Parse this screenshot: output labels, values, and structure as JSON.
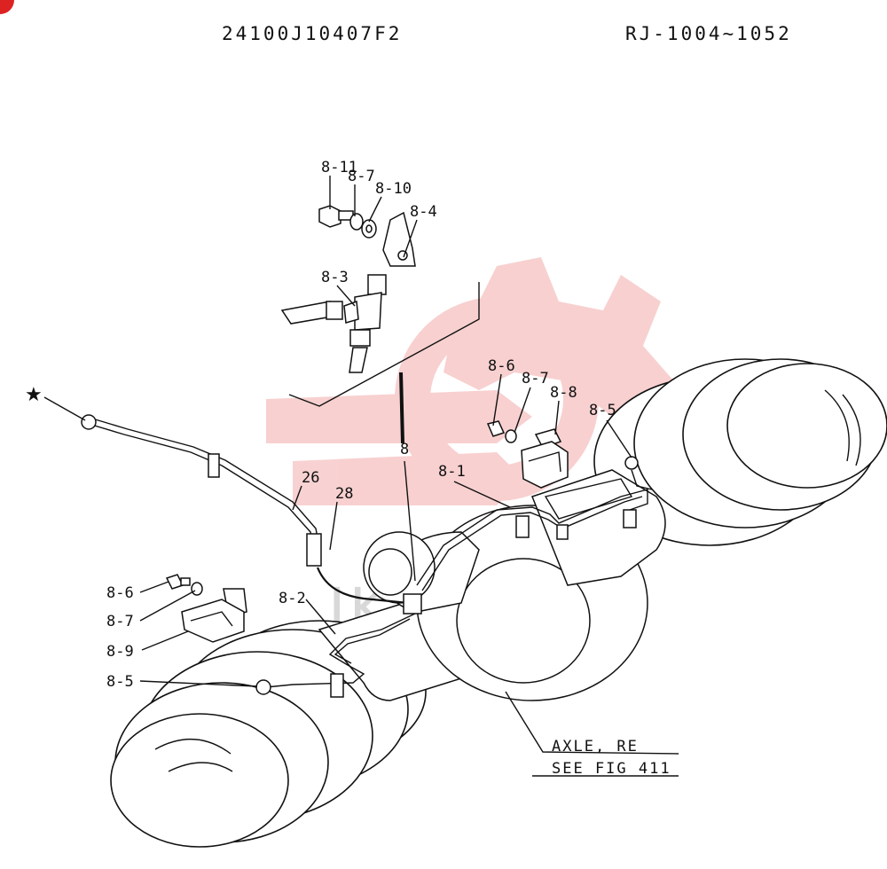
{
  "header": {
    "doc_code": "24100J10407F2",
    "serial_range": "RJ-1004∼1052"
  },
  "watermark": {
    "text": "IKTEX",
    "color": "#e03030"
  },
  "labels": {
    "p8_11": "8-11",
    "p8_7_top": "8-7",
    "p8_10": "8-10",
    "p8_4": "8-4",
    "p8_3": "8-3",
    "p8_6_right": "8-6",
    "p8_7_right": "8-7",
    "p8_8": "8-8",
    "p8_5_right": "8-5",
    "p8": "8",
    "p8_1": "8-1",
    "p26": "26",
    "p28": "28",
    "p8_6_left": "8-6",
    "p8_7_left": "8-7",
    "p8_9": "8-9",
    "p8_2": "8-2",
    "p8_5_left": "8-5",
    "star": "★"
  },
  "caption": {
    "line1": "AXLE, RE",
    "line2": "SEE FIG 411"
  }
}
